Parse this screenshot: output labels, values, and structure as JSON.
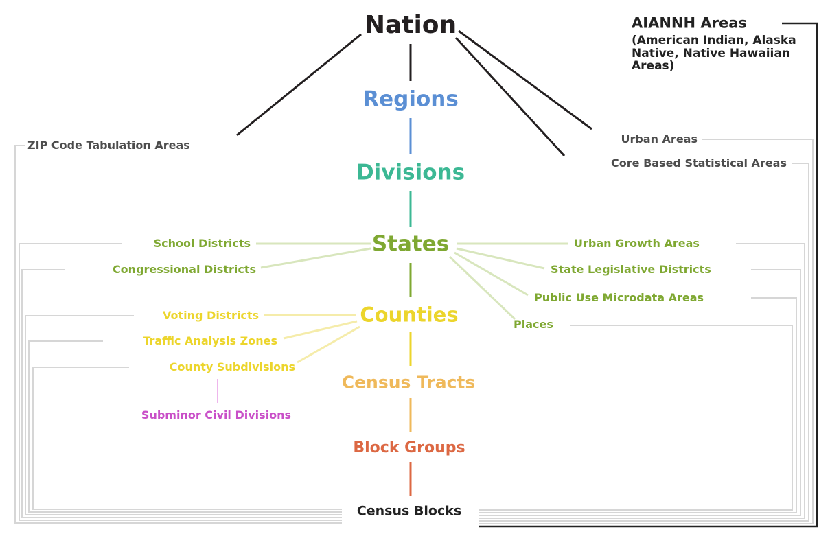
{
  "colors": {
    "nation": "#231f20",
    "regions": "#5b8fd4",
    "divisions": "#3cb894",
    "states": "#7fa832",
    "counties": "#ecd52c",
    "tracts": "#efb95b",
    "block_groups": "#dc6843",
    "subminor": "#c94fc8",
    "dark": "#222222",
    "gray": "#4d4d4d",
    "connector": "#d6d6d6"
  },
  "nodes": {
    "nation": "Nation",
    "regions": "Regions",
    "divisions": "Divisions",
    "states": "States",
    "counties": "Counties",
    "census_tracts": "Census Tracts",
    "block_groups": "Block Groups",
    "census_blocks": "Census Blocks",
    "zcta": "ZIP Code Tabulation Areas",
    "urban_areas": "Urban Areas",
    "cbsa": "Core Based Statistical Areas",
    "aiannh_title": "AIANNH Areas",
    "aiannh_sub": "(American Indian, Alaska Native, Native Hawaiian Areas)",
    "school_districts": "School Districts",
    "congressional_districts": "Congressional Districts",
    "urban_growth_areas": "Urban Growth Areas",
    "state_legislative_districts": "State Legislative Districts",
    "puma": "Public Use Microdata Areas",
    "places": "Places",
    "voting_districts": "Voting Districts",
    "traffic_analysis_zones": "Traffic Analysis Zones",
    "county_subdivisions": "County Subdivisions",
    "subminor_civil_divisions": "Subminor Civil Divisions"
  }
}
